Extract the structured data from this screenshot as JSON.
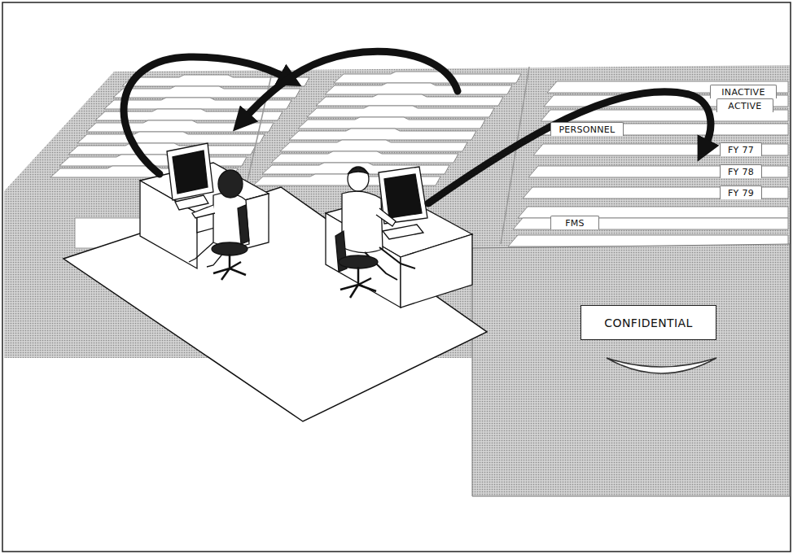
{
  "diagram": {
    "nodes": [
      {
        "text": [
          "INACTIVE"
        ]
      },
      {
        "text": [
          "ACTIVE"
        ]
      },
      {
        "text": [
          "PERSONNEL"
        ]
      },
      {
        "text": [
          "FY 77"
        ]
      },
      {
        "text": [
          "FY 78"
        ]
      },
      {
        "text": [
          "FY 79"
        ]
      },
      {
        "text": [
          "FMS"
        ]
      },
      {
        "text": [
          "CONFIDENTIAL"
        ]
      }
    ]
  }
}
